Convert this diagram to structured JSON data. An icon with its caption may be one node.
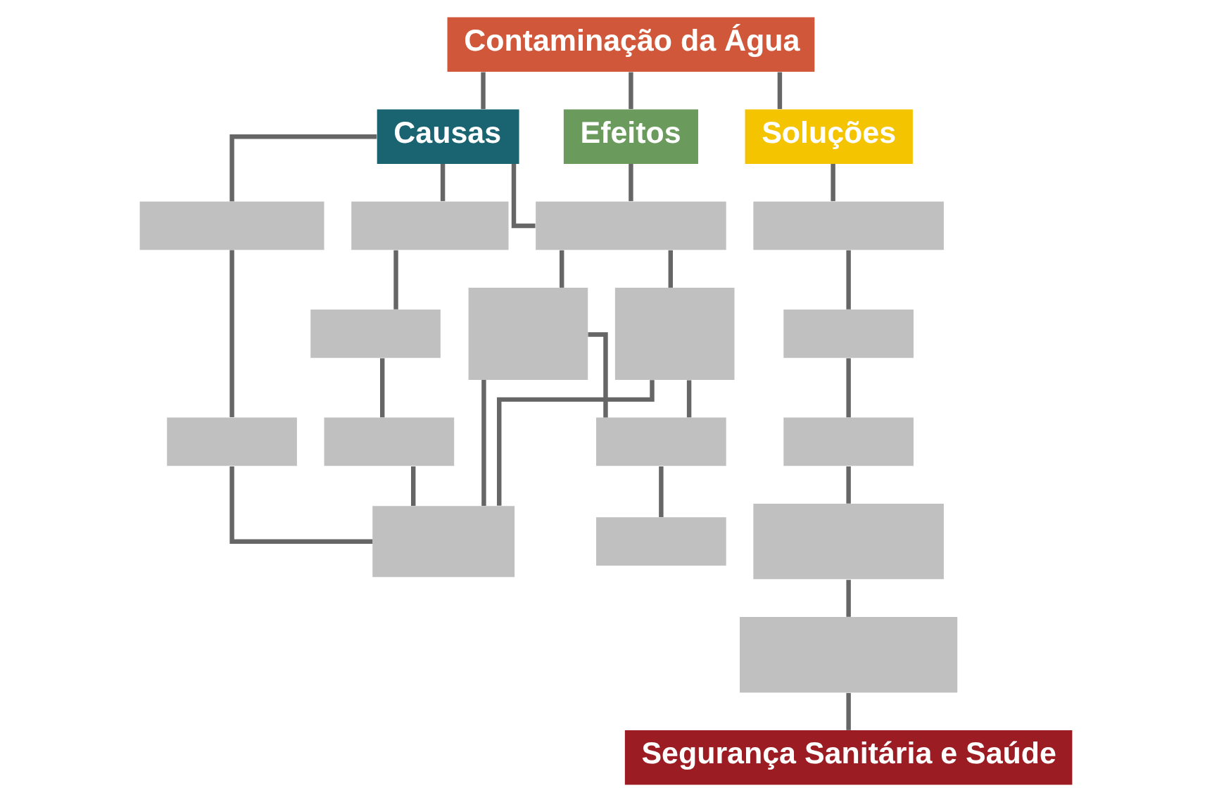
{
  "diagram": {
    "nodes": [
      {
        "text": [
          "Contaminação da Água"
        ]
      },
      {
        "text": [
          "Causas"
        ]
      },
      {
        "text": [
          "Efeitos"
        ]
      },
      {
        "text": [
          "Soluções"
        ]
      },
      {
        "text": [
          "Segurança Sanitária e Saúde"
        ]
      },
      {
        "text": [],
        "shape": "box"
      },
      {
        "text": [],
        "shape": "box"
      },
      {
        "text": [],
        "shape": "box"
      },
      {
        "text": [],
        "shape": "box"
      },
      {
        "text": [],
        "shape": "box"
      },
      {
        "text": [],
        "shape": "box"
      },
      {
        "text": [],
        "shape": "box"
      },
      {
        "text": [],
        "shape": "box"
      },
      {
        "text": [],
        "shape": "box"
      },
      {
        "text": [],
        "shape": "box"
      },
      {
        "text": [],
        "shape": "box"
      },
      {
        "text": [],
        "shape": "box"
      },
      {
        "text": [],
        "shape": "box"
      },
      {
        "text": [],
        "shape": "box"
      },
      {
        "text": [],
        "shape": "box"
      },
      {
        "text": [],
        "shape": "box"
      }
    ],
    "edges": [
      {
        "from": 0,
        "to": 1,
        "arrow": "none"
      },
      {
        "from": 0,
        "to": 2,
        "arrow": "none"
      },
      {
        "from": 0,
        "to": 3,
        "arrow": "none"
      },
      {
        "from": 1,
        "to": 5,
        "arrow": "none"
      },
      {
        "from": 1,
        "to": 6,
        "arrow": "none"
      },
      {
        "from": 1,
        "to": 7,
        "arrow": "none"
      },
      {
        "from": 2,
        "to": 7,
        "arrow": "none"
      },
      {
        "from": 3,
        "to": 8,
        "arrow": "none"
      },
      {
        "from": 5,
        "to": 9,
        "arrow": "none"
      },
      {
        "from": 6,
        "to": 10,
        "arrow": "none"
      },
      {
        "from": 7,
        "to": 11,
        "arrow": "none"
      },
      {
        "from": 7,
        "to": 12,
        "arrow": "none"
      },
      {
        "from": 8,
        "to": 13,
        "arrow": "none"
      },
      {
        "from": 9,
        "to": 16,
        "arrow": "none"
      },
      {
        "from": 10,
        "to": 14,
        "arrow": "none"
      },
      {
        "from": 14,
        "to": 16,
        "arrow": "none"
      },
      {
        "from": 11,
        "to": 16,
        "arrow": "none"
      },
      {
        "from": 12,
        "to": 16,
        "arrow": "none"
      },
      {
        "from": 11,
        "to": 17,
        "arrow": "none"
      },
      {
        "from": 12,
        "to": 17,
        "arrow": "none"
      },
      {
        "from": 17,
        "to": 19,
        "arrow": "none"
      },
      {
        "from": 13,
        "to": 15,
        "arrow": "none"
      },
      {
        "from": 15,
        "to": 18,
        "arrow": "none"
      },
      {
        "from": 18,
        "to": 20,
        "arrow": "none"
      },
      {
        "from": 20,
        "to": 4,
        "arrow": "none"
      }
    ]
  }
}
